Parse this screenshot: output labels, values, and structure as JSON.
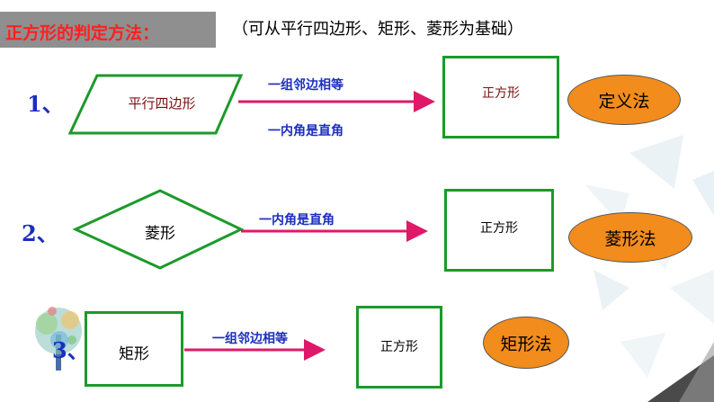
{
  "header": {
    "title": "正方形的判定方法：",
    "subtitle": "（可从平行四边形、矩形、菱形为基础）"
  },
  "methods": [
    {
      "number": "1、",
      "start_shape": "平行四边形",
      "conditions": [
        "一组邻边相等",
        "一内角是直角"
      ],
      "result": "正方形",
      "method_name": "定义法"
    },
    {
      "number": "2、",
      "start_shape": "菱形",
      "conditions": [
        "一内角是直角"
      ],
      "result": "正方形",
      "method_name": "菱形法"
    },
    {
      "number": "3、",
      "start_shape": "矩形",
      "conditions": [
        "一组邻边相等"
      ],
      "result": "正方形",
      "method_name": "矩形法"
    }
  ],
  "colors": {
    "shape_border": "#1c9a2b",
    "arrow": "#e0186a",
    "ellipse_fill": "#f28c1c",
    "number": "#1a2fbf",
    "title": "#ff2020"
  }
}
